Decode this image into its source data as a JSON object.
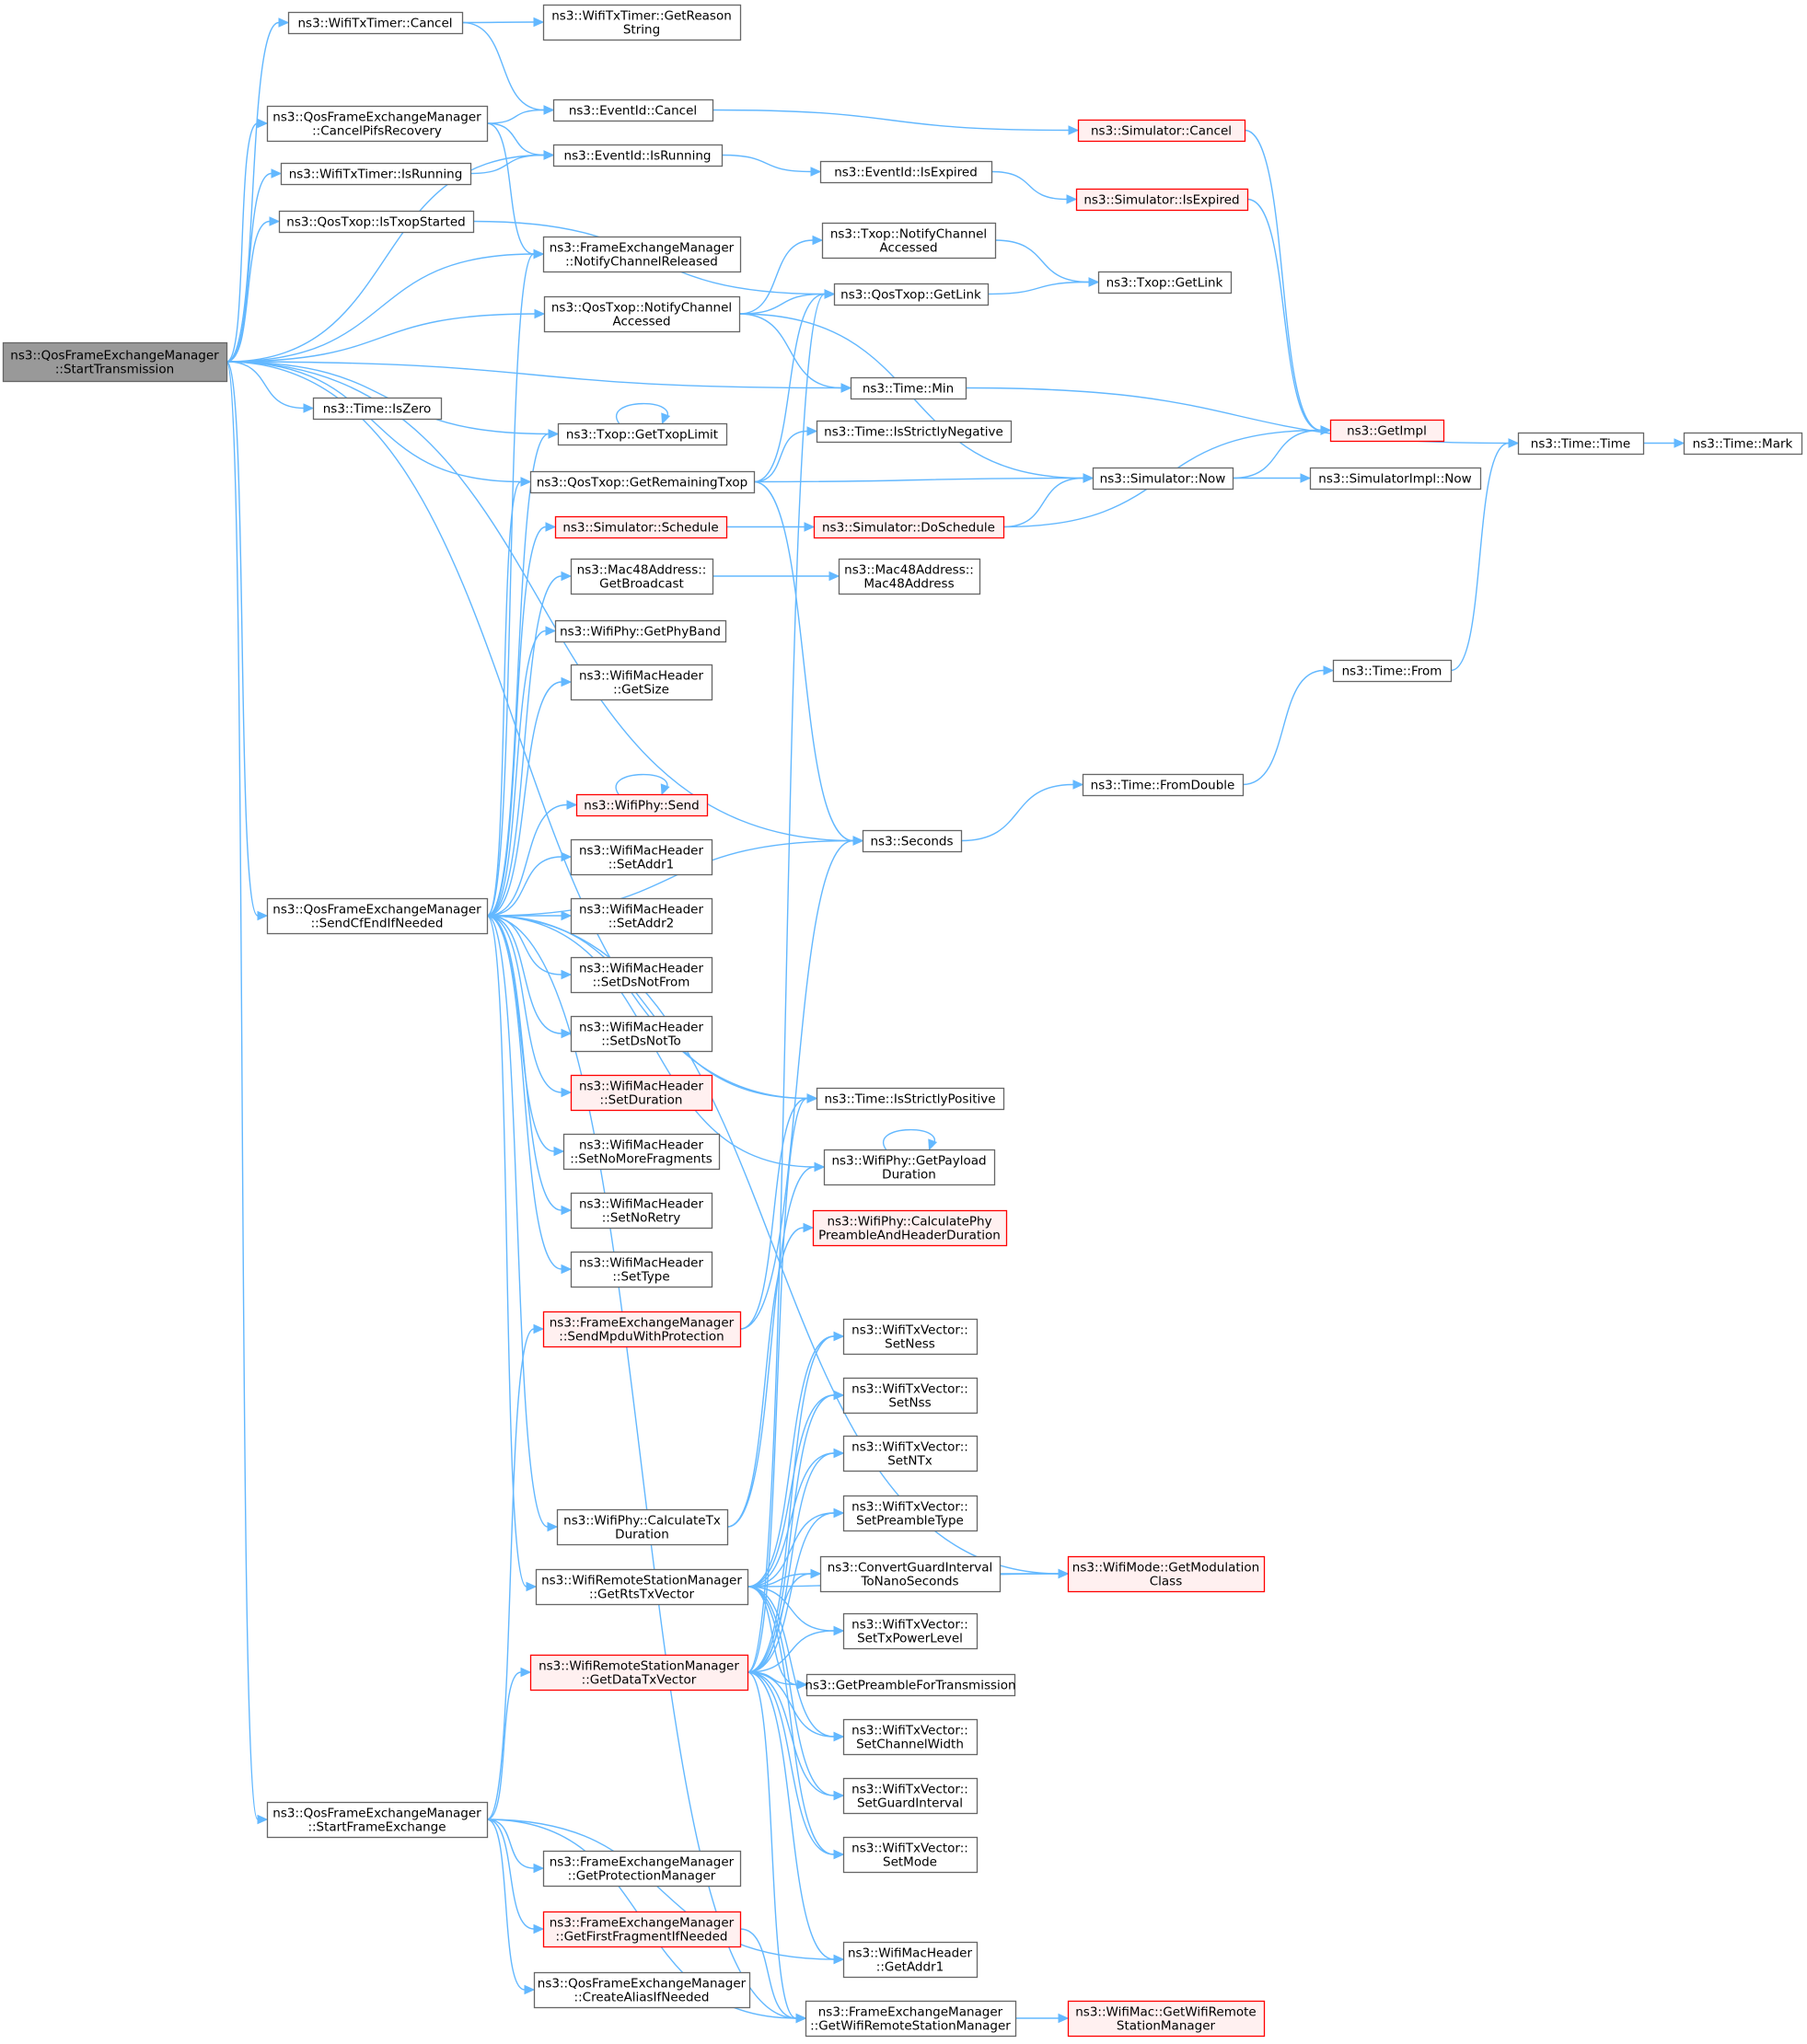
{
  "colors": {
    "edge": "#63b8ff",
    "default_border": "#666666",
    "default_fill": "#ffffff",
    "root_fill": "#999999",
    "root_border": "#666666",
    "truncated_border": "#ff0000",
    "truncated_fill": "#fff0f0"
  },
  "nodes": [
    {
      "id": "root",
      "lines": [
        "ns3::QosFrameExchangeManager",
        "::StartTransmission"
      ],
      "style": "root"
    },
    {
      "id": "txCancel",
      "lines": [
        "ns3::WifiTxTimer::Cancel"
      ],
      "style": "normal"
    },
    {
      "id": "getReason",
      "lines": [
        "ns3::WifiTxTimer::GetReason",
        "String"
      ],
      "style": "normal"
    },
    {
      "id": "cancelPifs",
      "lines": [
        "ns3::QosFrameExchangeManager",
        "::CancelPifsRecovery"
      ],
      "style": "normal"
    },
    {
      "id": "evCancel",
      "lines": [
        "ns3::EventId::Cancel"
      ],
      "style": "normal"
    },
    {
      "id": "simCancel",
      "lines": [
        "ns3::Simulator::Cancel"
      ],
      "style": "red"
    },
    {
      "id": "txIsRunning",
      "lines": [
        "ns3::WifiTxTimer::IsRunning"
      ],
      "style": "normal"
    },
    {
      "id": "evIsRunning",
      "lines": [
        "ns3::EventId::IsRunning"
      ],
      "style": "normal"
    },
    {
      "id": "evIsExpired",
      "lines": [
        "ns3::EventId::IsExpired"
      ],
      "style": "normal"
    },
    {
      "id": "simIsExpired",
      "lines": [
        "ns3::Simulator::IsExpired"
      ],
      "style": "red"
    },
    {
      "id": "isTxopStarted",
      "lines": [
        "ns3::QosTxop::IsTxopStarted"
      ],
      "style": "normal"
    },
    {
      "id": "femNotifyRel",
      "lines": [
        "ns3::FrameExchangeManager",
        "::NotifyChannelReleased"
      ],
      "style": "normal"
    },
    {
      "id": "txopNotifyAcc",
      "lines": [
        "ns3::Txop::NotifyChannel",
        "Accessed"
      ],
      "style": "normal"
    },
    {
      "id": "qosGetLink",
      "lines": [
        "ns3::QosTxop::GetLink"
      ],
      "style": "normal"
    },
    {
      "id": "txopGetLink",
      "lines": [
        "ns3::Txop::GetLink"
      ],
      "style": "normal"
    },
    {
      "id": "qosNotifyAcc",
      "lines": [
        "ns3::QosTxop::NotifyChannel",
        "Accessed"
      ],
      "style": "normal"
    },
    {
      "id": "timeMin",
      "lines": [
        "ns3::Time::Min"
      ],
      "style": "normal"
    },
    {
      "id": "getImpl",
      "lines": [
        "ns3::GetImpl"
      ],
      "style": "red"
    },
    {
      "id": "timeTime",
      "lines": [
        "ns3::Time::Time"
      ],
      "style": "normal"
    },
    {
      "id": "timeMark",
      "lines": [
        "ns3::Time::Mark"
      ],
      "style": "normal"
    },
    {
      "id": "isZero",
      "lines": [
        "ns3::Time::IsZero"
      ],
      "style": "normal"
    },
    {
      "id": "getTxopLimit",
      "lines": [
        "ns3::Txop::GetTxopLimit"
      ],
      "style": "normal"
    },
    {
      "id": "isStrictlyNeg",
      "lines": [
        "ns3::Time::IsStrictlyNegative"
      ],
      "style": "normal"
    },
    {
      "id": "getRemTxop",
      "lines": [
        "ns3::QosTxop::GetRemainingTxop"
      ],
      "style": "normal"
    },
    {
      "id": "simNow",
      "lines": [
        "ns3::Simulator::Now"
      ],
      "style": "normal"
    },
    {
      "id": "implNow",
      "lines": [
        "ns3::SimulatorImpl::Now"
      ],
      "style": "normal"
    },
    {
      "id": "simSchedule",
      "lines": [
        "ns3::Simulator::Schedule"
      ],
      "style": "red"
    },
    {
      "id": "doSchedule",
      "lines": [
        "ns3::Simulator::DoSchedule"
      ],
      "style": "red"
    },
    {
      "id": "getBroadcast",
      "lines": [
        "ns3::Mac48Address::",
        "GetBroadcast"
      ],
      "style": "normal"
    },
    {
      "id": "mac48",
      "lines": [
        "ns3::Mac48Address::",
        "Mac48Address"
      ],
      "style": "normal"
    },
    {
      "id": "getPhyBand",
      "lines": [
        "ns3::WifiPhy::GetPhyBand"
      ],
      "style": "normal"
    },
    {
      "id": "hdrGetSize",
      "lines": [
        "ns3::WifiMacHeader",
        "::GetSize"
      ],
      "style": "normal"
    },
    {
      "id": "timeFrom",
      "lines": [
        "ns3::Time::From"
      ],
      "style": "normal"
    },
    {
      "id": "phySend",
      "lines": [
        "ns3::WifiPhy::Send"
      ],
      "style": "red"
    },
    {
      "id": "fromDouble",
      "lines": [
        "ns3::Time::FromDouble"
      ],
      "style": "normal"
    },
    {
      "id": "seconds",
      "lines": [
        "ns3::Seconds"
      ],
      "style": "normal"
    },
    {
      "id": "setAddr1",
      "lines": [
        "ns3::WifiMacHeader",
        "::SetAddr1"
      ],
      "style": "normal"
    },
    {
      "id": "sendCfEnd",
      "lines": [
        "ns3::QosFrameExchangeManager",
        "::SendCfEndIfNeeded"
      ],
      "style": "normal"
    },
    {
      "id": "setAddr2",
      "lines": [
        "ns3::WifiMacHeader",
        "::SetAddr2"
      ],
      "style": "normal"
    },
    {
      "id": "setDsNotFrom",
      "lines": [
        "ns3::WifiMacHeader",
        "::SetDsNotFrom"
      ],
      "style": "normal"
    },
    {
      "id": "setDsNotTo",
      "lines": [
        "ns3::WifiMacHeader",
        "::SetDsNotTo"
      ],
      "style": "normal"
    },
    {
      "id": "setDuration",
      "lines": [
        "ns3::WifiMacHeader",
        "::SetDuration"
      ],
      "style": "red"
    },
    {
      "id": "isStrictlyPos",
      "lines": [
        "ns3::Time::IsStrictlyPositive"
      ],
      "style": "normal"
    },
    {
      "id": "setNoMoreFrag",
      "lines": [
        "ns3::WifiMacHeader",
        "::SetNoMoreFragments"
      ],
      "style": "normal"
    },
    {
      "id": "getPayloadDur",
      "lines": [
        "ns3::WifiPhy::GetPayload",
        "Duration"
      ],
      "style": "normal"
    },
    {
      "id": "setNoRetry",
      "lines": [
        "ns3::WifiMacHeader",
        "::SetNoRetry"
      ],
      "style": "normal"
    },
    {
      "id": "calcPhyPreamble",
      "lines": [
        "ns3::WifiPhy::CalculatePhy",
        "PreambleAndHeaderDuration"
      ],
      "style": "red"
    },
    {
      "id": "setType",
      "lines": [
        "ns3::WifiMacHeader",
        "::SetType"
      ],
      "style": "normal"
    },
    {
      "id": "sendMpdu",
      "lines": [
        "ns3::FrameExchangeManager",
        "::SendMpduWithProtection"
      ],
      "style": "red"
    },
    {
      "id": "setNess",
      "lines": [
        "ns3::WifiTxVector::",
        "SetNess"
      ],
      "style": "normal"
    },
    {
      "id": "setNss",
      "lines": [
        "ns3::WifiTxVector::",
        "SetNss"
      ],
      "style": "normal"
    },
    {
      "id": "setNTx",
      "lines": [
        "ns3::WifiTxVector::",
        "SetNTx"
      ],
      "style": "normal"
    },
    {
      "id": "calcTxDur",
      "lines": [
        "ns3::WifiPhy::CalculateTx",
        "Duration"
      ],
      "style": "normal"
    },
    {
      "id": "setPreambleType",
      "lines": [
        "ns3::WifiTxVector::",
        "SetPreambleType"
      ],
      "style": "normal"
    },
    {
      "id": "getRtsTxVector",
      "lines": [
        "ns3::WifiRemoteStationManager",
        "::GetRtsTxVector"
      ],
      "style": "normal"
    },
    {
      "id": "convertGI",
      "lines": [
        "ns3::ConvertGuardInterval",
        "ToNanoSeconds"
      ],
      "style": "normal"
    },
    {
      "id": "getModClass",
      "lines": [
        "ns3::WifiMode::GetModulation",
        "Class"
      ],
      "style": "red"
    },
    {
      "id": "setTxPower",
      "lines": [
        "ns3::WifiTxVector::",
        "SetTxPowerLevel"
      ],
      "style": "normal"
    },
    {
      "id": "getDataTxVector",
      "lines": [
        "ns3::WifiRemoteStationManager",
        "::GetDataTxVector"
      ],
      "style": "red"
    },
    {
      "id": "getPreambleTx",
      "lines": [
        "ns3::GetPreambleForTransmission"
      ],
      "style": "normal"
    },
    {
      "id": "setChanWidth",
      "lines": [
        "ns3::WifiTxVector::",
        "SetChannelWidth"
      ],
      "style": "normal"
    },
    {
      "id": "startFrameEx",
      "lines": [
        "ns3::QosFrameExchangeManager",
        "::StartFrameExchange"
      ],
      "style": "normal"
    },
    {
      "id": "setGI",
      "lines": [
        "ns3::WifiTxVector::",
        "SetGuardInterval"
      ],
      "style": "normal"
    },
    {
      "id": "setMode",
      "lines": [
        "ns3::WifiTxVector::",
        "SetMode"
      ],
      "style": "normal"
    },
    {
      "id": "getProtMgr",
      "lines": [
        "ns3::FrameExchangeManager",
        "::GetProtectionManager"
      ],
      "style": "normal"
    },
    {
      "id": "getFirstFrag",
      "lines": [
        "ns3::FrameExchangeManager",
        "::GetFirstFragmentIfNeeded"
      ],
      "style": "red"
    },
    {
      "id": "getAddr1",
      "lines": [
        "ns3::WifiMacHeader",
        "::GetAddr1"
      ],
      "style": "normal"
    },
    {
      "id": "createAlias",
      "lines": [
        "ns3::QosFrameExchangeManager",
        "::CreateAliasIfNeeded"
      ],
      "style": "normal"
    },
    {
      "id": "getWRSM",
      "lines": [
        "ns3::FrameExchangeManager",
        "::GetWifiRemoteStationManager"
      ],
      "style": "normal"
    },
    {
      "id": "macGetWRSM",
      "lines": [
        "ns3::WifiMac::GetWifiRemote",
        "StationManager"
      ],
      "style": "red"
    }
  ],
  "edges": [
    [
      "root",
      "txCancel"
    ],
    [
      "root",
      "cancelPifs"
    ],
    [
      "root",
      "txIsRunning"
    ],
    [
      "root",
      "evIsRunning"
    ],
    [
      "root",
      "isTxopStarted"
    ],
    [
      "root",
      "femNotifyRel"
    ],
    [
      "root",
      "qosNotifyAcc"
    ],
    [
      "root",
      "timeMin"
    ],
    [
      "root",
      "isZero"
    ],
    [
      "root",
      "getTxopLimit"
    ],
    [
      "root",
      "getRemTxop"
    ],
    [
      "root",
      "sendCfEnd"
    ],
    [
      "root",
      "isStrictlyPos"
    ],
    [
      "root",
      "seconds"
    ],
    [
      "root",
      "startFrameEx"
    ],
    [
      "txCancel",
      "getReason"
    ],
    [
      "txCancel",
      "evCancel"
    ],
    [
      "cancelPifs",
      "evCancel"
    ],
    [
      "cancelPifs",
      "evIsRunning"
    ],
    [
      "cancelPifs",
      "femNotifyRel"
    ],
    [
      "txIsRunning",
      "evIsRunning"
    ],
    [
      "evCancel",
      "simCancel"
    ],
    [
      "simCancel",
      "getImpl"
    ],
    [
      "evIsRunning",
      "evIsExpired"
    ],
    [
      "evIsExpired",
      "simIsExpired"
    ],
    [
      "simIsExpired",
      "getImpl"
    ],
    [
      "isTxopStarted",
      "qosGetLink"
    ],
    [
      "qosNotifyAcc",
      "txopNotifyAcc"
    ],
    [
      "qosNotifyAcc",
      "qosGetLink"
    ],
    [
      "qosNotifyAcc",
      "timeMin"
    ],
    [
      "qosNotifyAcc",
      "simNow"
    ],
    [
      "txopNotifyAcc",
      "txopGetLink"
    ],
    [
      "qosGetLink",
      "txopGetLink"
    ],
    [
      "timeMin",
      "timeTime"
    ],
    [
      "timeTime",
      "timeMark"
    ],
    [
      "getTxopLimit",
      "getTxopLimit"
    ],
    [
      "getRemTxop",
      "qosGetLink"
    ],
    [
      "getRemTxop",
      "isStrictlyNeg"
    ],
    [
      "getRemTxop",
      "simNow"
    ],
    [
      "getRemTxop",
      "seconds"
    ],
    [
      "simNow",
      "getImpl"
    ],
    [
      "simNow",
      "implNow"
    ],
    [
      "simSchedule",
      "doSchedule"
    ],
    [
      "doSchedule",
      "simNow"
    ],
    [
      "doSchedule",
      "getImpl"
    ],
    [
      "getBroadcast",
      "mac48"
    ],
    [
      "phySend",
      "phySend"
    ],
    [
      "seconds",
      "fromDouble"
    ],
    [
      "fromDouble",
      "timeFrom"
    ],
    [
      "timeFrom",
      "timeTime"
    ],
    [
      "sendCfEnd",
      "femNotifyRel"
    ],
    [
      "sendCfEnd",
      "getTxopLimit"
    ],
    [
      "sendCfEnd",
      "getRemTxop"
    ],
    [
      "sendCfEnd",
      "simSchedule"
    ],
    [
      "sendCfEnd",
      "getBroadcast"
    ],
    [
      "sendCfEnd",
      "getPhyBand"
    ],
    [
      "sendCfEnd",
      "hdrGetSize"
    ],
    [
      "sendCfEnd",
      "isStrictlyPos"
    ],
    [
      "sendCfEnd",
      "phySend"
    ],
    [
      "sendCfEnd",
      "setAddr1"
    ],
    [
      "sendCfEnd",
      "setAddr2"
    ],
    [
      "sendCfEnd",
      "setDsNotFrom"
    ],
    [
      "sendCfEnd",
      "setDsNotTo"
    ],
    [
      "sendCfEnd",
      "setDuration"
    ],
    [
      "sendCfEnd",
      "setNoMoreFrag"
    ],
    [
      "sendCfEnd",
      "setNoRetry"
    ],
    [
      "sendCfEnd",
      "setType"
    ],
    [
      "sendCfEnd",
      "calcTxDur"
    ],
    [
      "sendCfEnd",
      "getRtsTxVector"
    ],
    [
      "sendCfEnd",
      "getWRSM"
    ],
    [
      "sendCfEnd",
      "seconds"
    ],
    [
      "sendCfEnd",
      "getPayloadDur"
    ],
    [
      "sendCfEnd",
      "getModClass"
    ],
    [
      "getPayloadDur",
      "getPayloadDur"
    ],
    [
      "sendMpdu",
      "seconds"
    ],
    [
      "sendMpdu",
      "isStrictlyPos"
    ],
    [
      "calcTxDur",
      "getPayloadDur"
    ],
    [
      "calcTxDur",
      "calcPhyPreamble"
    ],
    [
      "getRtsTxVector",
      "setNess"
    ],
    [
      "getRtsTxVector",
      "setNss"
    ],
    [
      "getRtsTxVector",
      "setNTx"
    ],
    [
      "getRtsTxVector",
      "setPreambleType"
    ],
    [
      "getRtsTxVector",
      "convertGI"
    ],
    [
      "getRtsTxVector",
      "setTxPower"
    ],
    [
      "getRtsTxVector",
      "getPreambleTx"
    ],
    [
      "getRtsTxVector",
      "setChanWidth"
    ],
    [
      "getRtsTxVector",
      "setGI"
    ],
    [
      "getRtsTxVector",
      "setMode"
    ],
    [
      "getRtsTxVector",
      "getModClass"
    ],
    [
      "convertGI",
      "getModClass"
    ],
    [
      "getDataTxVector",
      "setNess"
    ],
    [
      "getDataTxVector",
      "setNss"
    ],
    [
      "getDataTxVector",
      "setNTx"
    ],
    [
      "getDataTxVector",
      "setPreambleType"
    ],
    [
      "getDataTxVector",
      "convertGI"
    ],
    [
      "getDataTxVector",
      "setTxPower"
    ],
    [
      "getDataTxVector",
      "getPreambleTx"
    ],
    [
      "getDataTxVector",
      "setChanWidth"
    ],
    [
      "getDataTxVector",
      "setGI"
    ],
    [
      "getDataTxVector",
      "setMode"
    ],
    [
      "getDataTxVector",
      "getAddr1"
    ],
    [
      "getDataTxVector",
      "getWRSM"
    ],
    [
      "getDataTxVector",
      "isStrictlyPos"
    ],
    [
      "getDataTxVector",
      "qosGetLink"
    ],
    [
      "startFrameEx",
      "sendMpdu"
    ],
    [
      "startFrameEx",
      "getDataTxVector"
    ],
    [
      "startFrameEx",
      "getProtMgr"
    ],
    [
      "startFrameEx",
      "getFirstFrag"
    ],
    [
      "startFrameEx",
      "createAlias"
    ],
    [
      "startFrameEx",
      "getAddr1"
    ],
    [
      "startFrameEx",
      "getWRSM"
    ],
    [
      "getFirstFrag",
      "getWRSM"
    ],
    [
      "getWRSM",
      "macGetWRSM"
    ]
  ]
}
